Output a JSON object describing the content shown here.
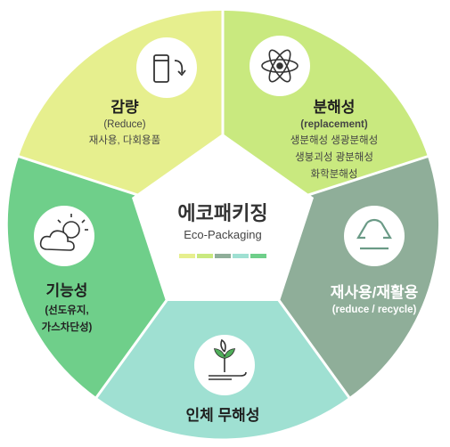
{
  "center": {
    "title": "에코패키징",
    "subtitle": "Eco-Packaging",
    "swatches": [
      "#e6ef8e",
      "#c9e97f",
      "#8fae99",
      "#9fe0d2",
      "#6fcf8a"
    ]
  },
  "segments": {
    "reduce": {
      "title": "감량",
      "sub": "(Reduce)",
      "detail": "재사용, 다회용품",
      "icon": "recycle-can-icon",
      "color": "#e6ef8e"
    },
    "replacement": {
      "title": "분해성",
      "sub": "(replacement)",
      "lines": [
        "생분해성 생광분해성",
        "생붕괴성 광분해성",
        "화학분해성"
      ],
      "icon": "atom-icon",
      "color": "#c9e97f"
    },
    "recycle": {
      "title": "재사용/재활용",
      "sub": "(reduce / recycle)",
      "icon": "recycle-arrows-icon",
      "color": "#8fae99"
    },
    "harmless": {
      "title": "인체 무해성",
      "icon": "sprout-hand-icon",
      "color": "#9fe0d2"
    },
    "function": {
      "title": "기능성",
      "lines": [
        "(선도유지,",
        "가스차단성)"
      ],
      "icon": "weather-icon",
      "color": "#6fcf8a"
    }
  }
}
